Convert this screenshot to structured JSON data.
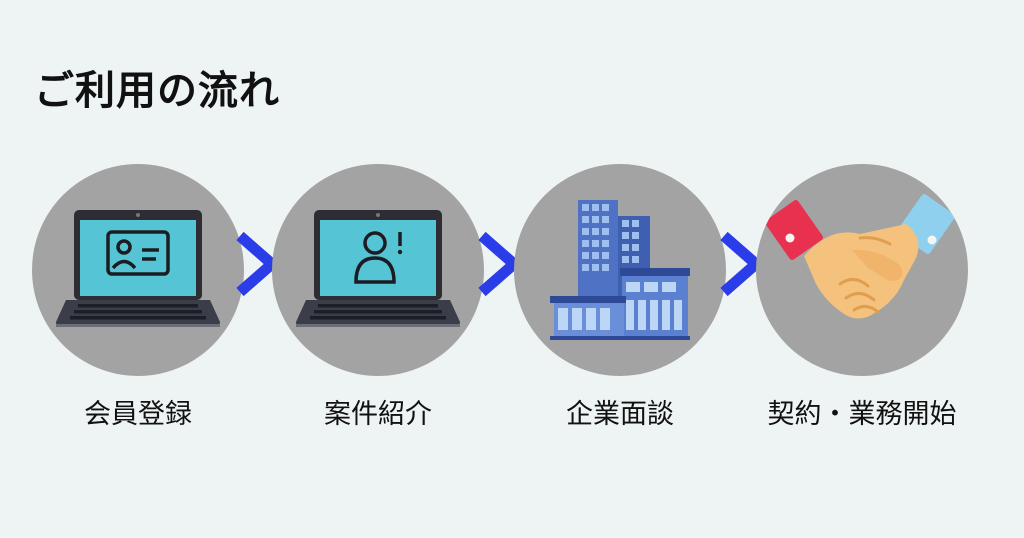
{
  "page": {
    "title": "ご利用の流れ"
  },
  "steps": [
    {
      "label": "会員登録",
      "icon": "laptop-id-card-icon"
    },
    {
      "label": "案件紹介",
      "icon": "laptop-user-alert-icon"
    },
    {
      "label": "企業面談",
      "icon": "office-building-icon"
    },
    {
      "label": "契約・業務開始",
      "icon": "handshake-icon"
    }
  ],
  "connector": {
    "icon": "chevron-right-icon"
  },
  "colors": {
    "background": "#eef3f3",
    "circle": "#a3a3a3",
    "arrow": "#2a3de8",
    "laptop_frame": "#2d2d33",
    "laptop_screen": "#55c5d6",
    "building": "#4f72c4",
    "handshake_skin": "#f5c27e",
    "cuff_left": "#e8304f",
    "cuff_right": "#8ed0ee"
  }
}
